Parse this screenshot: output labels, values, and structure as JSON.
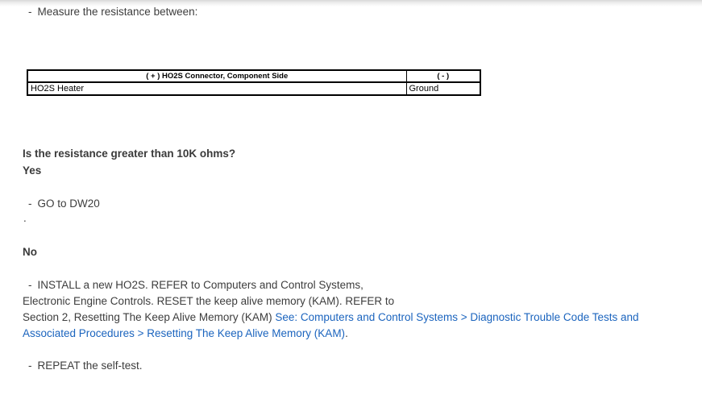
{
  "page": {
    "text_color": "#3d3d3d",
    "link_color": "#1b64be",
    "background": "#ffffff"
  },
  "measure": {
    "dash": "-",
    "text": "Measure the resistance between:"
  },
  "table": {
    "header": {
      "positive": "( + ) HO2S Connector, Component Side",
      "negative": "( - )"
    },
    "rows": [
      {
        "positive": "HO2S Heater",
        "negative": "Ground"
      }
    ]
  },
  "question": {
    "text": "Is the resistance greater than 10K ohms?"
  },
  "yes_branch": {
    "label": "Yes",
    "action_dash": "-",
    "action_text": "GO to DW20",
    "stray_dot": "."
  },
  "no_branch": {
    "label": "No",
    "dash": "-",
    "line1": "INSTALL a new HO2S. REFER to Computers and Control Systems,",
    "line2": "Electronic Engine Controls. RESET the keep alive memory (KAM). REFER to",
    "line3_plain": "Section 2, Resetting The Keep Alive Memory (KAM) ",
    "line3_link": "See: Computers and Control Systems > Diagnostic Trouble Code Tests and",
    "line4_link": "Associated Procedures > Resetting The Keep Alive Memory (KAM)",
    "line4_end": "."
  },
  "repeat": {
    "dash": "-",
    "text": "REPEAT the self-test."
  }
}
